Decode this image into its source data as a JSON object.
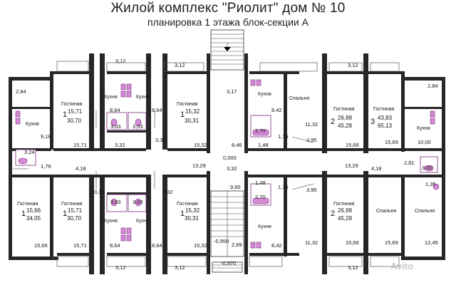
{
  "title": "Жилой комплекс \"Риолит\" дом № 10",
  "subtitle": "планировка 1 этажа блок-секции А",
  "watermark": "Avito",
  "rooms": {
    "gostinaya": "Гостиная",
    "kukhnya": "Кухня",
    "spalnya": "Спальня"
  },
  "apartments": [
    {
      "num": "1",
      "area": "15,71",
      "total": "30,70"
    },
    {
      "num": "1",
      "area": "15,32",
      "total": "30,31"
    },
    {
      "num": "2",
      "area": "26,98",
      "total": "45,28"
    },
    {
      "num": "3",
      "area": "43,83",
      "total": "65,13"
    },
    {
      "num": "1",
      "area": "15,66",
      "total": "34,05"
    },
    {
      "num": "1",
      "area": "15,71",
      "total": "30,70"
    },
    {
      "num": "1",
      "area": "15,32",
      "total": "30,31"
    },
    {
      "num": "2",
      "area": "26,98",
      "total": "45,28"
    }
  ],
  "dims": {
    "d312a": "3,12",
    "d312b": "3,12",
    "d312c": "3,12",
    "d284a": "2,84",
    "d284b": "2,84",
    "d864a": "8,64",
    "d864b": "8,64",
    "d864c": "8,64",
    "d864d": "8,64",
    "d303a": "3,03",
    "d303b": "3,03",
    "d303c": "3,03",
    "d303d": "3,03",
    "d332a": "3,32",
    "d332b": "3,32",
    "d332c": "3,32",
    "d332d": "3,32",
    "d332e": "3,32",
    "d918": "9,18",
    "d324": "3,24",
    "d179": "1,79",
    "d1571a": "15,71",
    "d1571b": "15,71",
    "d1532a": "15,32",
    "d1532b": "15,32",
    "d317": "3,17",
    "d842a": "8,42",
    "d842b": "8,42",
    "d270a": "2,70",
    "d270b": "2,70",
    "d175a": "1,75",
    "d175b": "1,75",
    "d148a": "1,48",
    "d148b": "1,48",
    "d846": "8,46",
    "d1132a": "11,32",
    "d1132b": "11,32",
    "d395a": "3,95",
    "d395b": "3,95",
    "d1566a": "15,66",
    "d1566b": "15,66",
    "d1566c": "15,66",
    "d1569a": "15,69",
    "d1569b": "15,69",
    "d1000": "10,00",
    "d300": "3,00",
    "d281": "2,81",
    "d135": "1,35",
    "d418a": "4,18",
    "d418b": "4,18",
    "d1329a": "13,29",
    "d1329b": "13,29",
    "d0000": "0,000",
    "d960": "9,60",
    "dm0950": "-0,950",
    "d269": "2,69",
    "dm0970": "-0,970",
    "d1245": "12,45"
  }
}
